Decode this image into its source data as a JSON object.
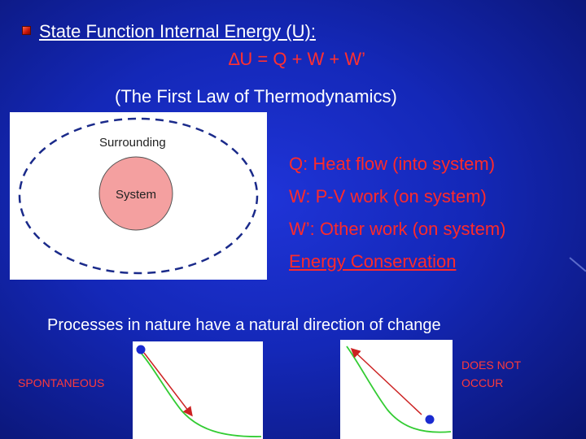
{
  "heading": {
    "title": "State Function Internal Energy (U):",
    "formula": "∆U = Q + W + W’",
    "subtitle": "(The First Law of Thermodynamics)"
  },
  "diagram": {
    "surrounding_label": "Surrounding",
    "system_label": "System",
    "colors": {
      "system_fill": "#f4a0a0",
      "dash_stroke": "#1a2a8a"
    }
  },
  "legend": {
    "items": [
      "Q: Heat flow (into system)",
      "W: P-V work (on system)",
      "W’: Other work (on system)",
      "Energy Conservation"
    ]
  },
  "processes": {
    "statement": "Processes in nature have a natural direction of change",
    "spontaneous_label": "SPONTANEOUS",
    "not_occur_line1": "DOES NOT",
    "not_occur_line2": "OCCUR"
  },
  "colors": {
    "background": "#1428b8",
    "accent_red": "#ff2a2a",
    "curve_green": "#33cc33",
    "arrow_red": "#cc2222",
    "ball_blue": "#1a2ad0"
  }
}
